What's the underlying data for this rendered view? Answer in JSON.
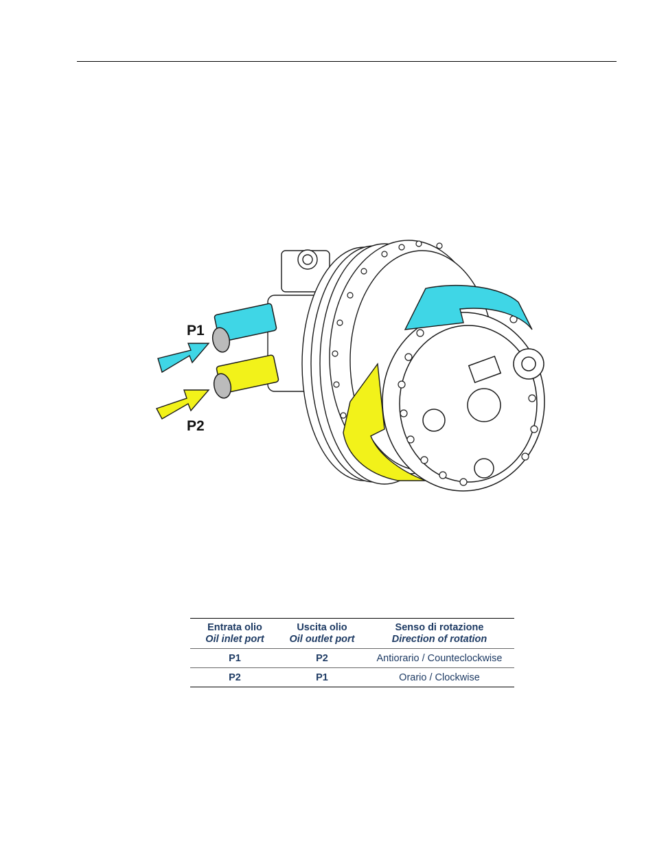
{
  "figure": {
    "labels": {
      "p1": "P1",
      "p2": "P2"
    },
    "colors": {
      "p1_arrow": "#3fd6e6",
      "p2_arrow": "#f2f21a",
      "outline": "#1a1a1a"
    }
  },
  "table": {
    "headers": [
      {
        "main": "Entrata olio",
        "sub": "Oil inlet port"
      },
      {
        "main": "Uscita olio",
        "sub": "Oil outlet port"
      },
      {
        "main": "Senso di rotazione",
        "sub": "Direction of rotation"
      }
    ],
    "rows": [
      {
        "inlet": "P1",
        "outlet": "P2",
        "direction": "Antiorario / Counteclockwise"
      },
      {
        "inlet": "P2",
        "outlet": "P1",
        "direction": "Orario / Clockwise"
      }
    ]
  }
}
